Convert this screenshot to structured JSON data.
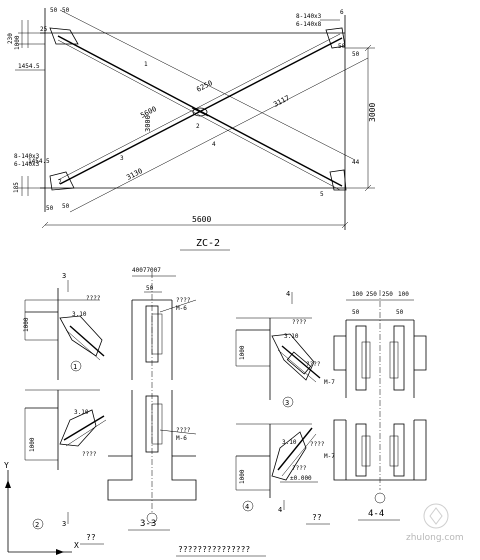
{
  "main_drawing": {
    "title": "ZC-2",
    "dims": {
      "span": "5600",
      "height": "3000",
      "diag_upper": "6250",
      "diag_lower": "3117",
      "diag_mid": "5600",
      "mid_label": "3000",
      "diag_offset": "3130",
      "left_top_a": "230",
      "left_top_b": "1000",
      "left_top_c": "25",
      "left_top_d": "50",
      "left_top_e": "50",
      "left_mid": "1454.5",
      "left_bot_a": "1454.5",
      "left_bot_b": "185",
      "left_bot_c": "50",
      "left_bot_d": "50",
      "right_top_a": "50",
      "right_top_b": "50",
      "right_bot": "44"
    },
    "plate_labels": {
      "top_right_1": "8-140x3",
      "top_right_2": "6-140x8",
      "left_1": "8-140x3",
      "left_2": "6-140x3"
    },
    "markers": [
      "1",
      "2",
      "3",
      "4",
      "5",
      "6",
      "7"
    ]
  },
  "details": {
    "detail1": {
      "number": "1",
      "text_a": "????",
      "text_b": "3.10",
      "dim": "1000"
    },
    "detail2": {
      "number": "2",
      "text_a": "????",
      "text_b": "3.10",
      "dim": "1000"
    },
    "detail33": {
      "title": "3-3",
      "top_dim": "40077007",
      "w": "50",
      "text_a": "????",
      "m1": "M-6",
      "text_b": "????",
      "m2": "M-6"
    },
    "detail3": {
      "number": "3",
      "text_a": "????",
      "text_b": "3.10",
      "text_c": "????",
      "m": "M-7",
      "dim": "1000"
    },
    "detail4": {
      "number": "4",
      "text_a": "????",
      "text_b": "3.10",
      "text_c": "????",
      "m": "M-7",
      "dim": "1000",
      "level": "±0.000"
    },
    "detail44": {
      "title": "4-4",
      "top_dims": [
        "100",
        "250",
        "250",
        "100"
      ],
      "w1": "50",
      "w2": "50"
    },
    "section_marks": [
      "3",
      "3",
      "4",
      "4"
    ],
    "label_qq": "??",
    "label_qq2": "??",
    "bottom_caption": "???????????????"
  },
  "axis": {
    "y": "Y",
    "x": "X"
  },
  "watermark": "zhulong.com"
}
